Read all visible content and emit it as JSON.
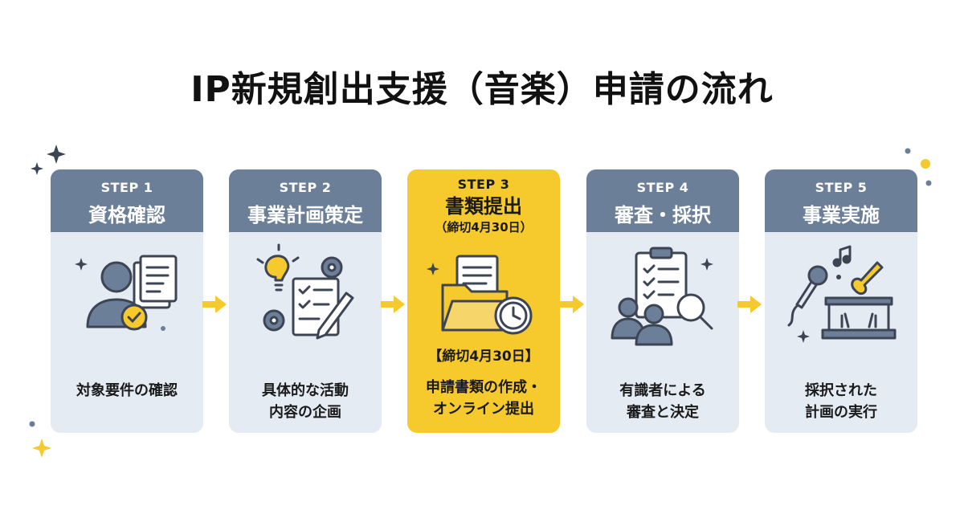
{
  "title": "IP新規創出支援（音楽）申請の流れ",
  "steps": [
    {
      "step": "STEP 1",
      "name": "資格確認",
      "desc1": "対象要件の確認",
      "desc2": ""
    },
    {
      "step": "STEP 2",
      "name": "事業計画策定",
      "desc1": "具体的な活動",
      "desc2": "内容の企画"
    },
    {
      "step": "STEP 3",
      "name": "書類提出",
      "sub": "（締切4月30日）",
      "deadline": "【締切4月30日】",
      "desc1": "申請書類の作成・",
      "desc2": "オンライン提出"
    },
    {
      "step": "STEP 4",
      "name": "審査・採択",
      "desc1": "有識者による",
      "desc2": "審査と決定"
    },
    {
      "step": "STEP 5",
      "name": "事業実施",
      "desc1": "採択された",
      "desc2": "計画の実行"
    }
  ],
  "colors": {
    "card_header": "#6c7f98",
    "card_body": "#e4ebf3",
    "accent": "#f6c92d",
    "arrow": "#f6c92d",
    "icon_stroke": "#3d4554"
  },
  "icons": [
    "person-document-check-icon",
    "lightbulb-gears-pencil-icon",
    "folder-document-clock-icon",
    "clipboard-people-magnifier-icon",
    "microphone-guitar-stage-icon"
  ]
}
